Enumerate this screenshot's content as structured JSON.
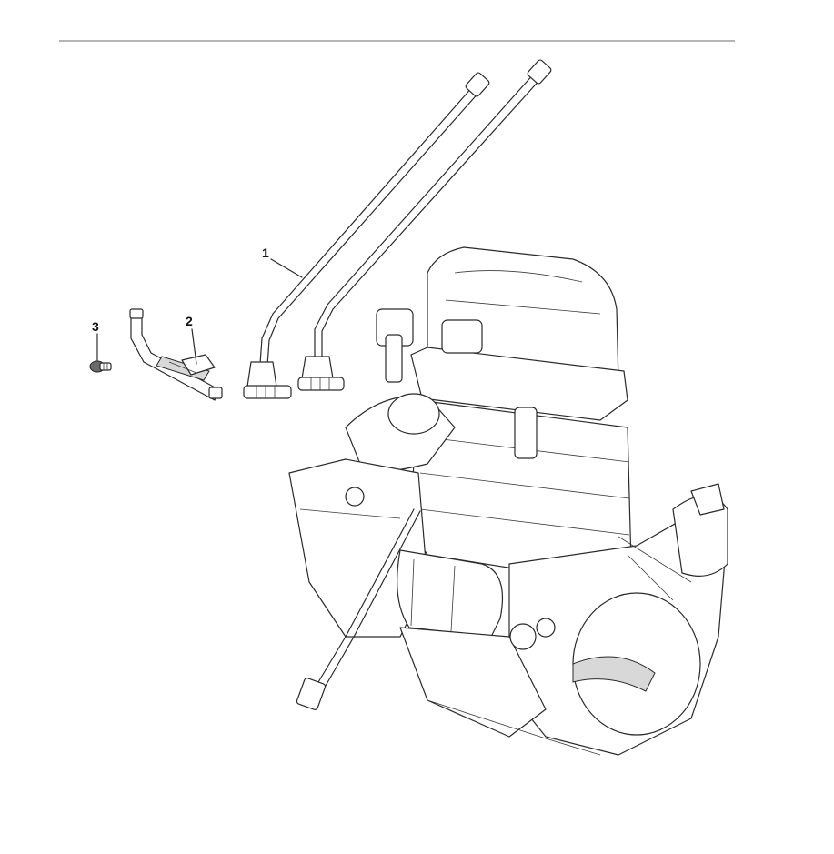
{
  "diagram": {
    "callouts": [
      {
        "id": "1",
        "label": "1"
      },
      {
        "id": "2",
        "label": "2"
      },
      {
        "id": "3",
        "label": "3"
      }
    ],
    "colors": {
      "line": "#2a2a2a",
      "background": "#ffffff",
      "shade": "#d8d8d8"
    }
  }
}
